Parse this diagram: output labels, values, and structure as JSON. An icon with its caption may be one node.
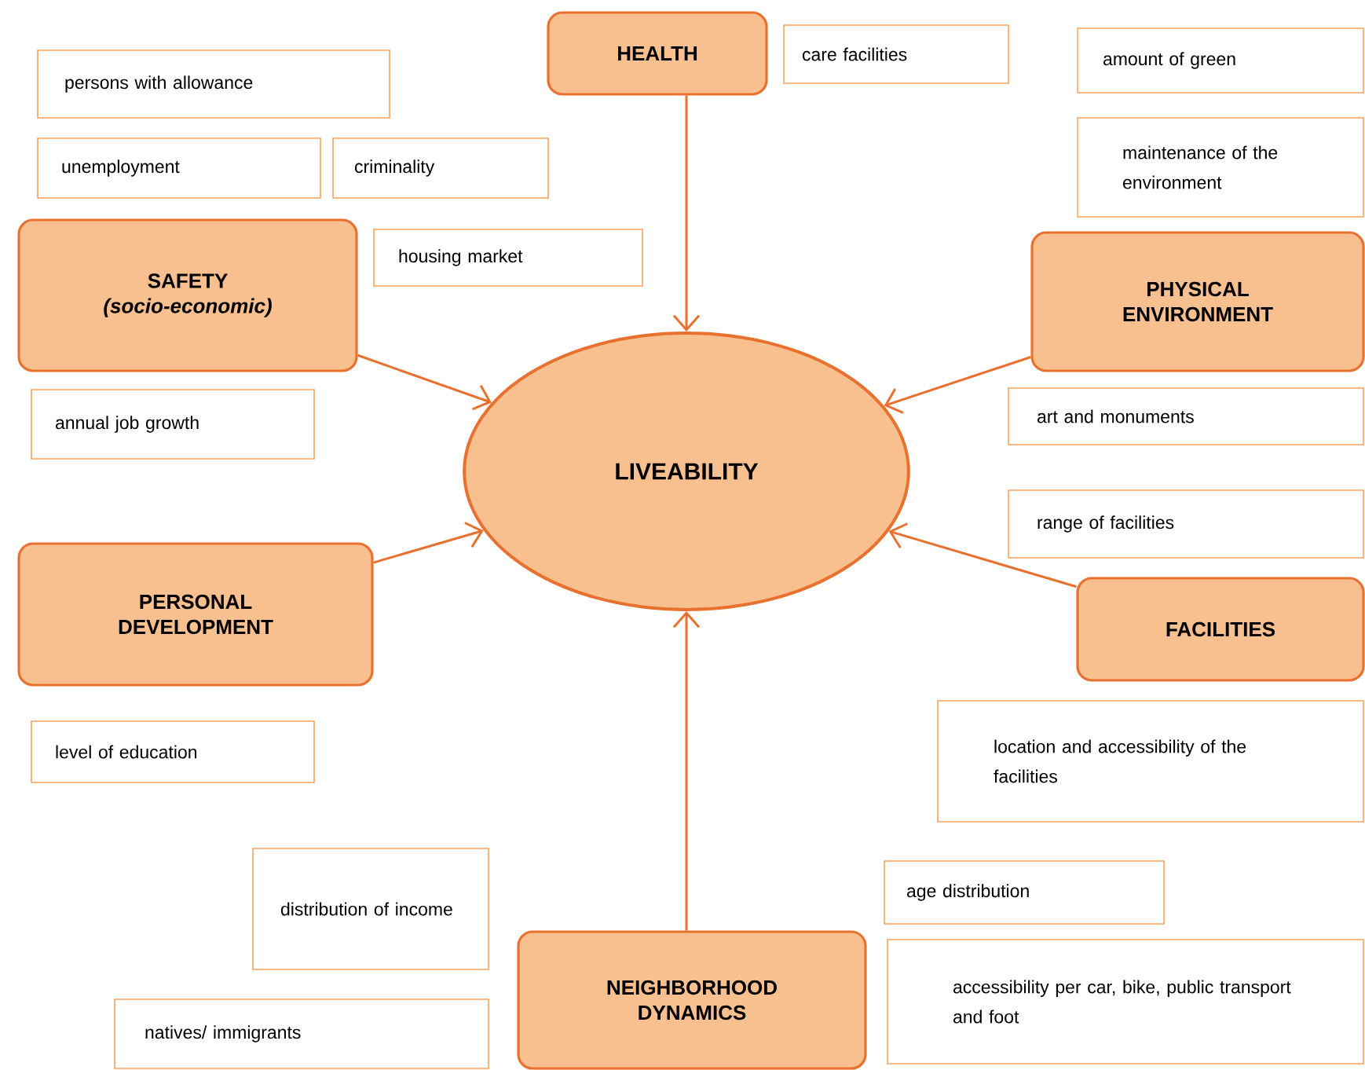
{
  "diagram": {
    "nodes": [
      {
        "text": [
          "HEALTH"
        ]
      },
      {
        "text": [
          "care facilities"
        ]
      },
      {
        "text": [
          "persons with allowance"
        ]
      },
      {
        "text": [
          "amount of green"
        ]
      },
      {
        "text": [
          "unemployment"
        ]
      },
      {
        "text": [
          "criminality"
        ]
      },
      {
        "text": [
          "maintenance of the environment"
        ]
      },
      {
        "text": [
          "SAFETY",
          "(socio-economic)"
        ]
      },
      {
        "text": [
          "housing market"
        ]
      },
      {
        "text": [
          "PHYSICAL ENVIRONMENT"
        ]
      },
      {
        "text": [
          "annual job growth"
        ]
      },
      {
        "text": [
          "art and monuments"
        ]
      },
      {
        "text": [
          "LIVEABILITY"
        ]
      },
      {
        "text": [
          "range of facilities"
        ]
      },
      {
        "text": [
          "PERSONAL DEVELOPMENT"
        ]
      },
      {
        "text": [
          "FACILITIES"
        ]
      },
      {
        "text": [
          "level of education"
        ]
      },
      {
        "text": [
          "location and accessibility of the facilities"
        ]
      },
      {
        "text": [
          "distribution of income"
        ]
      },
      {
        "text": [
          "age distribution"
        ]
      },
      {
        "text": [
          "NEIGHBORHOOD DYNAMICS"
        ]
      },
      {
        "text": [
          "natives/ immigrants"
        ]
      },
      {
        "text": [
          "accessibility per car, bike, public transport and foot"
        ]
      }
    ],
    "edges": [
      {
        "from": 0,
        "to": 12,
        "arrow": "to"
      },
      {
        "from": 7,
        "to": 12,
        "arrow": "to"
      },
      {
        "from": 9,
        "to": 12,
        "arrow": "to"
      },
      {
        "from": 14,
        "to": 12,
        "arrow": "to"
      },
      {
        "from": 15,
        "to": 12,
        "arrow": "to"
      },
      {
        "from": 20,
        "to": 12,
        "arrow": "to"
      }
    ]
  }
}
